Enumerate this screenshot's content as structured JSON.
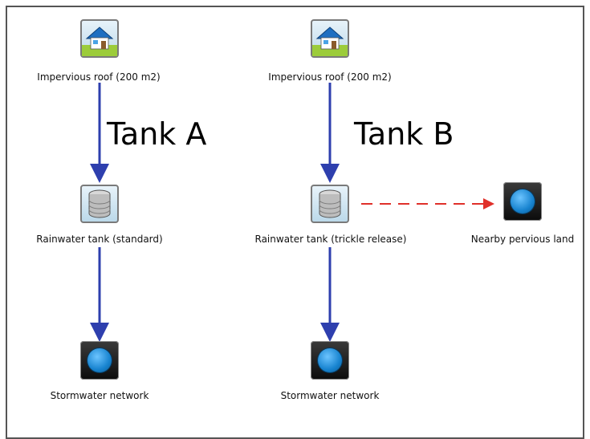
{
  "tank_a": {
    "title": "Tank A",
    "roof_label": "Impervious roof (200 m2)",
    "tank_label": "Rainwater tank (standard)",
    "outlet_label": "Stormwater network"
  },
  "tank_b": {
    "title": "Tank B",
    "roof_label": "Impervious roof (200 m2)",
    "tank_label": "Rainwater tank (trickle release)",
    "outlet_label": "Stormwater network",
    "pervious_label": "Nearby pervious land"
  },
  "colors": {
    "flow_arrow": "#2e3fae",
    "dashed_arrow": "#e0302a",
    "node_blue": "#1783cf"
  },
  "icons": {
    "roof": "house-icon",
    "tank": "tank-icon",
    "outlet": "blue-node-icon"
  }
}
